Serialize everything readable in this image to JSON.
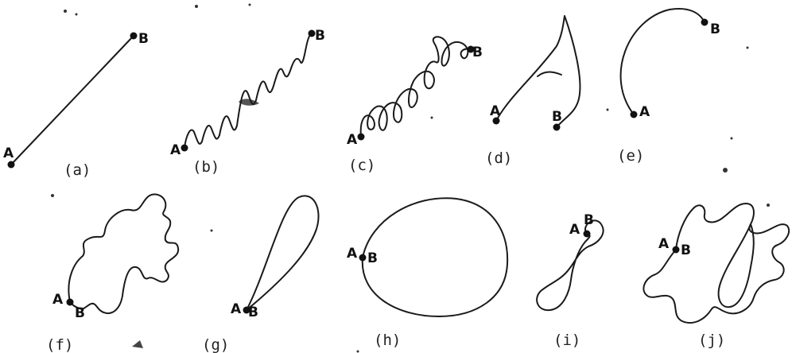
{
  "point_labels": {
    "start": "A",
    "end": "B"
  },
  "panels": [
    {
      "id": "a",
      "caption": "(a)",
      "description": ""
    },
    {
      "id": "b",
      "caption": "(b)",
      "description": ""
    },
    {
      "id": "c",
      "caption": "(c)",
      "description": ""
    },
    {
      "id": "d",
      "caption": "(d)",
      "description": ""
    },
    {
      "id": "e",
      "caption": "(e)",
      "description": ""
    },
    {
      "id": "f",
      "caption": "(f)",
      "description": ""
    },
    {
      "id": "g",
      "caption": "(g)",
      "description": ""
    },
    {
      "id": "h",
      "caption": "(h)",
      "description": ""
    },
    {
      "id": "i",
      "caption": "(i)",
      "description": ""
    },
    {
      "id": "j",
      "caption": "(j)",
      "description": ""
    }
  ],
  "colors": {
    "ink": "#1a1a1a",
    "background": "#ffffff"
  }
}
